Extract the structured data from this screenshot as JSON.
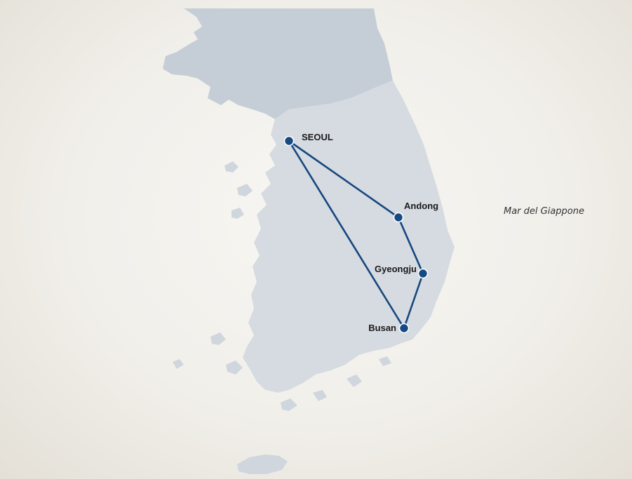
{
  "map": {
    "colors": {
      "north_land": "#c5ced7",
      "south_land": "#d6dbe1",
      "route": "#16477e",
      "city": "#164a82",
      "background": "#f1efea"
    },
    "sea_label": "Mar del Giappone",
    "cities": [
      {
        "id": "seoul",
        "name": "SEOUL"
      },
      {
        "id": "andong",
        "name": "Andong"
      },
      {
        "id": "gyeongju",
        "name": "Gyeongju"
      },
      {
        "id": "busan",
        "name": "Busan"
      }
    ],
    "route_order": [
      "seoul",
      "andong",
      "gyeongju",
      "busan",
      "seoul"
    ]
  }
}
